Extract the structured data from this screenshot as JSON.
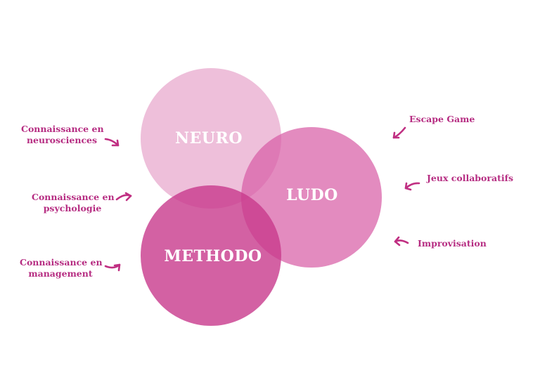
{
  "colors": {
    "neuro": "#e8a9cd",
    "ludo": "#d85ea6",
    "methodo": "#c83a8c",
    "arrow": "#c02f82",
    "text": "#b62d82"
  },
  "circles": {
    "neuro": "NEURO",
    "ludo": "LUDO",
    "methodo": "METHODO"
  },
  "left_labels": {
    "neuro": {
      "line1": "Connaissance en",
      "line2": "neurosciences"
    },
    "psycho": {
      "line1": "Connaissance en",
      "line2": "psychologie"
    },
    "management": {
      "line1": "Connaissance en",
      "line2": "management"
    }
  },
  "right_labels": {
    "escape": "Escape Game",
    "jeux": "Jeux collaboratifs",
    "impro": "Improvisation"
  }
}
